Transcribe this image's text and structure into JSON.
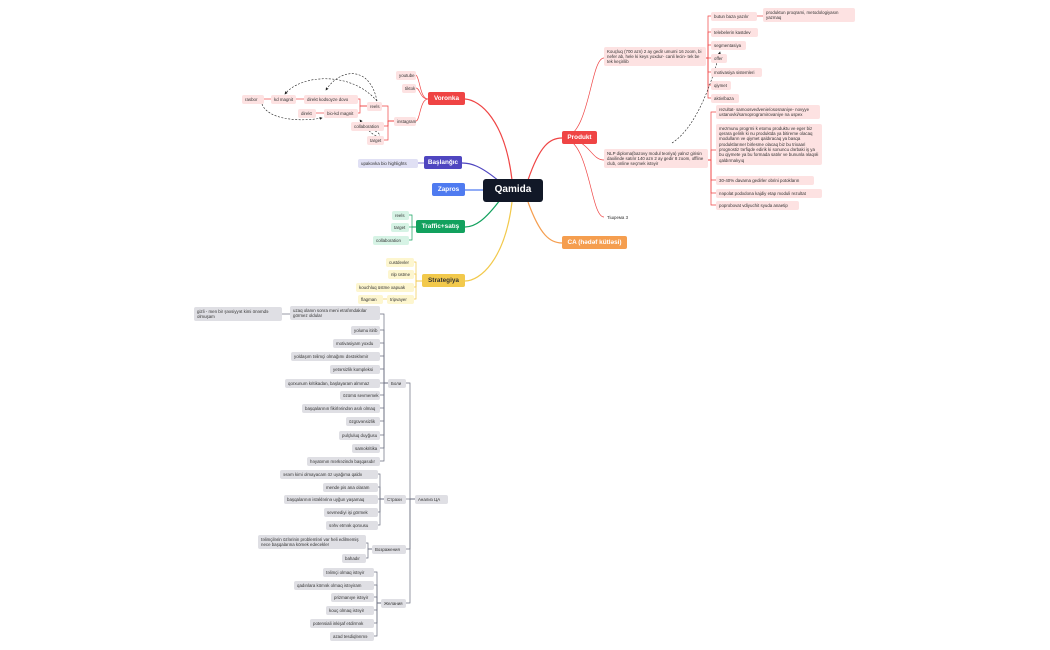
{
  "central": "Qamida",
  "main": {
    "voronka": "Voronka",
    "baslangic": "Başlanğıc",
    "zapros": "Zapros",
    "traffic": "Traffic+satış",
    "strategiya": "Strategiya",
    "produkt": "Produkt",
    "ca": "CA (hədəf kütləsi)"
  },
  "voronka": {
    "youtube": "youtube",
    "tiktok": "tiktok",
    "instagram": "instagram",
    "reels": "reels",
    "collaboration": "collaboration",
    "target": "target",
    "direkt_kod": "direkt kodsoyze dovo",
    "kd_magnit": "kd magnit",
    "rasbor": "rasbor",
    "direkt": "direkt",
    "bio_kd": "bio-kd magnit"
  },
  "baslangic": {
    "upakovka": "upakovka bio highlights"
  },
  "traffic": {
    "reels": "reels",
    "target": "target",
    "collaboration": "collaboration"
  },
  "strategiya": {
    "custdevler": "custdevler",
    "nlp": "nlp üstme",
    "kouch": "kouchluq üstme xapuak",
    "flagman": "flagman",
    "tripvayer": "tripvayer"
  },
  "produkt": {
    "koucluq": "Kouçluq (700 azn) 2 ay gedir umumi 16 zoom, bi nefer ab, hele ki keys yoxdur- canli lecin- tek be tek keçirilib",
    "nlp": "NLP diploma(bazovy modul teoriya) yalnız girisin daxilinde satılır 140 azn 2 ay gedir 8 zoom, offline club, online seçmek istəyir",
    "tiz": "Tiшрема 3",
    "butun": "butun baza yazılır",
    "butun_child": "produktun proqrami, metodologiyasın yazmaq",
    "telebeler": "telebelerin kastdev",
    "segmentasiya": "segmentasiya",
    "offer": "offer",
    "motivasiya": "motivasiya sistemleri",
    "qiymet": "qiymet",
    "aktiv": "aktiv/baza",
    "rezultat": "rezultat- samoosvedvenie/ososnaniye- novyye ustanovki/samoprogramirovaniye na uspex",
    "mezmunu": "mezmunu progrmi k etomu produktu ve eger biz qerara gelirik ki nu produktda ya bitireme olacaq modulların ve qiymet qaldıracaq ya basqa produktlarıner birlesme olacaq biz bu trixaari prognostiz tərfiqde edirik ki sonuncu dərbaki iş ya bu qiymete ya bu formada satılır ve bununla əlaqəli qaldırmalıyıq",
    "percent": "30-40% davama gedirler obrini potokların",
    "nepolat": "nəpolat podxdona kajdiy etap moduli rezultat",
    "poprobovat": "poprobovat vdiyuchit syuda anaetip"
  },
  "analiz": {
    "root": "Анализ ЦА",
    "cat_boli": "Боли",
    "cat_straxi": "Страхи",
    "cat_vozrazh": "Возражения",
    "cat_zhelaniya": "Желания",
    "uzaq": "uzaq olanın sonra meni etrafımdakılar görmez oldular",
    "gizli": "gizli - men bir şəxsiyyət kimi önəmdə olmuşam",
    "boli": [
      "yolumu itirib",
      "motivasiyam yoxdu",
      "yoldaşım təlimçi olmağımı dəstəkləmir",
      "yetərsizlik kompleksi",
      "qorxunum kritikadan, başlayaram almmaz",
      "özümü sevmemek",
      "başqalarının fikirlərindən asılı olmaq",
      "özgüvənsizlik",
      "pulçluluq duyğusu",
      "samokritika",
      "həyatımın mərkəzində başqasıdır"
    ],
    "straxi": [
      "əsəm kimi olmayacam öz uyağıma qaldıı",
      "mende pis ana olaram",
      "başqalarının istəklərinə uyğun yaşamaq",
      "sevmediyi işi görmek",
      "səhv etmək qorxusu"
    ],
    "vozrazh": [
      "təlimçilərin özlərinin problemləri var heli edilmemiş nece başqalarına kömek edecekler",
      "bahadır"
    ],
    "zhelaniya": [
      "təlimçi olmaq istəyir",
      "qadınlara kömək olmaq istəyiram",
      "prizmanıye istəyir",
      "kouç olmaq istəyir",
      "potensiali inkişaf etdirmək",
      "azad tesdiqlənmə"
    ]
  },
  "colors": {
    "central": "#111827",
    "voronka": "#ef4444",
    "baslangic": "#4f46c0",
    "zapros": "#4f7bf0",
    "traffic": "#12a15e",
    "strategiya": "#f2c94c",
    "produkt": "#ef4444",
    "ca": "#f59e4f",
    "gray": "#6b6f80"
  }
}
